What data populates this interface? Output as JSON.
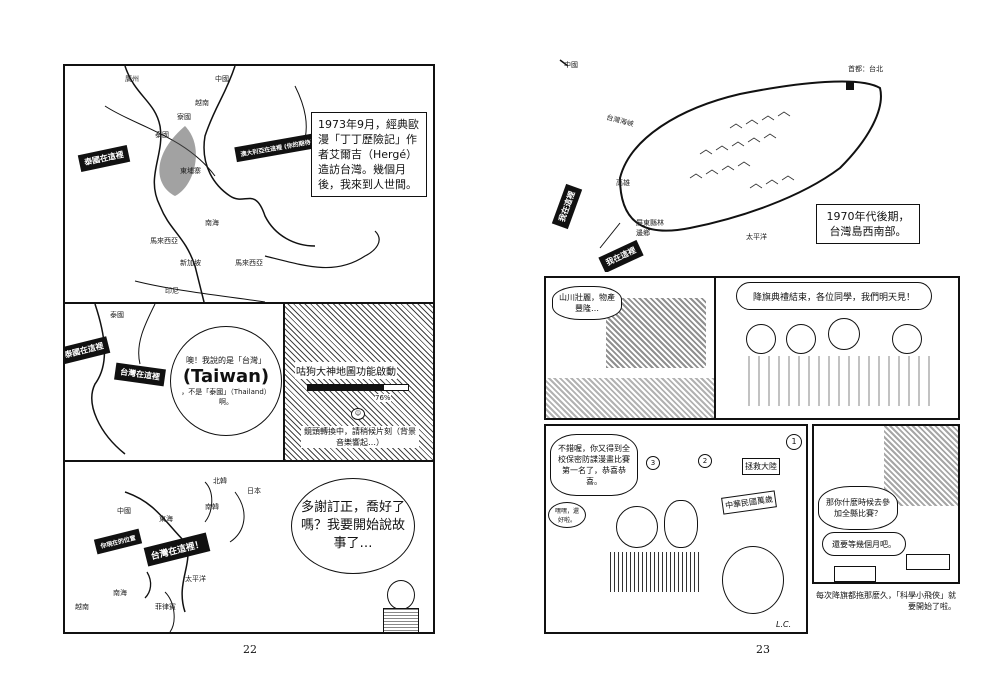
{
  "left_page": {
    "number": "22",
    "panel1": {
      "labels": [
        "廣州",
        "中國",
        "越南",
        "泰國",
        "寮國",
        "東埔寨",
        "南海",
        "馬來西亞",
        "新加坡",
        "馬來西亞",
        "印尼"
      ],
      "tags": [
        "泰國在這裡",
        "澳大利亞在這裡 (你的期待)"
      ],
      "caption": "1973年9月，經典歐漫「丁丁歷險記」作者艾爾吉（Hergé）造訪台灣。幾個月後，我來到人世間。"
    },
    "panel2": {
      "labels": [
        "泰國"
      ],
      "tags": [
        "泰國在這裡",
        "台灣在這裡"
      ],
      "bubble_top": "噢！我說的是「台灣」",
      "bubble_main": "(Taiwan)",
      "bubble_bottom": "，不是「泰國」（Thailand）啊。"
    },
    "panel3": {
      "title": "咕狗大神地圖功能啟動",
      "progress_label": "76%",
      "progress": 0.76,
      "status": "鏡頭轉換中，請稍候片刻（背景音樂響起…）"
    },
    "panel4": {
      "labels": [
        "北韓",
        "中國",
        "南韓",
        "日本",
        "東海",
        "南海",
        "太平洋",
        "菲律賓",
        "越南"
      ],
      "tag": "台灣在這裡！",
      "tag_small": "你現在的位置",
      "bubble": "多謝訂正，喬好了嗎？我要開始說故事了…"
    }
  },
  "right_page": {
    "number": "23",
    "panel1": {
      "labels": [
        "中國",
        "首都：台北",
        "台灣海峽",
        "高雄",
        "屏東縣林邊鄉",
        "太平洋"
      ],
      "tags": [
        "我在這裡",
        "我在這裡"
      ],
      "caption": "1970年代後期，台灣島西南部。"
    },
    "panel2": {
      "sign": "山川壯麗，物產豐隆…",
      "bubble": "降旗典禮結束，各位同學，我們明天見！"
    },
    "panel3": {
      "bubble1": "不錯喔，你又得到全校保密防諜漫畫比賽第一名了，恭喜恭喜。",
      "bubble2": "嘿嘿，還好啦。",
      "sign1": "拯救大陸",
      "sign2": "中華民國萬歲",
      "medal1": "1",
      "medal2": "2",
      "medal3": "3"
    },
    "panel4": {
      "bubble1": "那你什麼時候去參加全縣比賽？",
      "bubble2": "還要等幾個月吧。",
      "caption": "每次降旗都拖那麼久，「科學小飛俠」就要開始了啦。",
      "signature": "L.C."
    }
  }
}
